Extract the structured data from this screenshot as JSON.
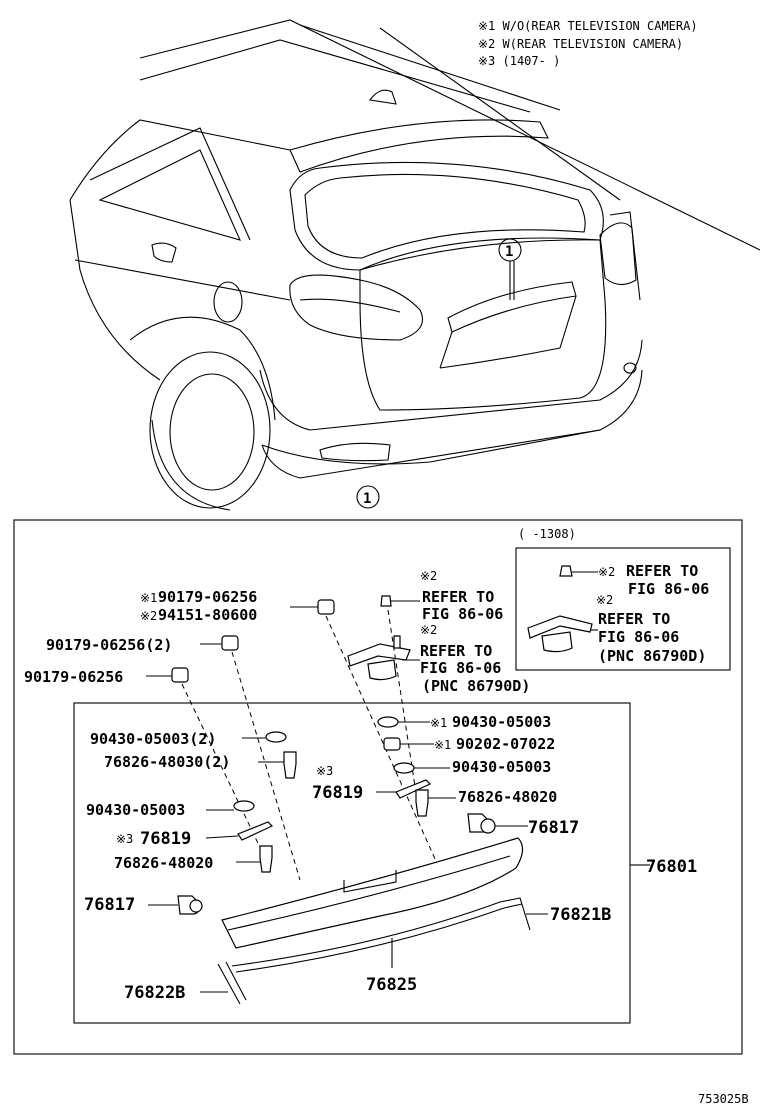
{
  "notes": {
    "n1": "※1 W/O(REAR TELEVISION CAMERA)",
    "n2": "※2 W(REAR TELEVISION CAMERA)",
    "n3": "※3 (1407-      )"
  },
  "callout_symbol": "1",
  "inset_label": "(     -1308)",
  "mark1": "※1",
  "mark2": "※2",
  "mark3": "※3",
  "parts": {
    "p90179_06256": "90179-06256",
    "p94151_80600": "94151-80600",
    "p90179_06256_2": "90179-06256(2)",
    "p90179_06256_b": "90179-06256",
    "p90430_05003_2": "90430-05003(2)",
    "p76826_48030_2": "76826-48030(2)",
    "p90430_05003_l": "90430-05003",
    "p76819_l": "76819",
    "p76826_48020_l": "76826-48020",
    "p76817_l": "76817",
    "p76822B": "76822B",
    "p76825": "76825",
    "p90430_05003_r1": "90430-05003",
    "p90202_07022": "90202-07022",
    "p90430_05003_r2": "90430-05003",
    "p76819_r": "76819",
    "p76826_48020_r": "76826-48020",
    "p76817_r": "76817",
    "p76801": "76801",
    "p76821B": "76821B"
  },
  "refer_to": "REFER TO",
  "fig": "FIG 86-06",
  "pnc": "(PNC 86790D)",
  "diagram_code": "753025B"
}
